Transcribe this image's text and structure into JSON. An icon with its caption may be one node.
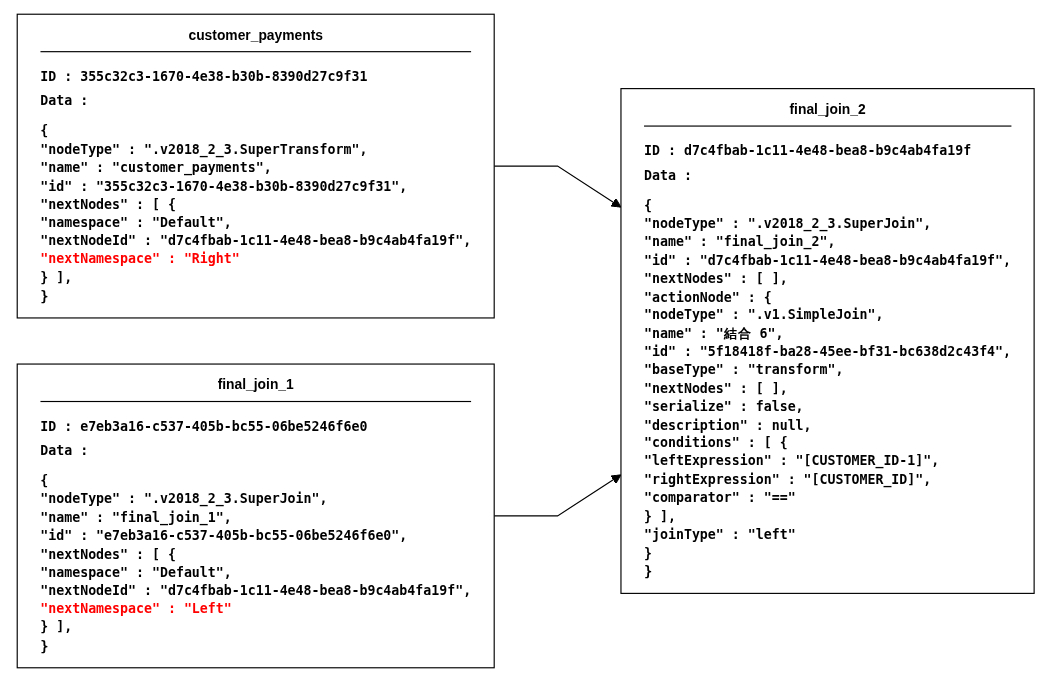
{
  "diagram": {
    "nodes": [
      {
        "text": [
          "customer_payments",
          "ID : 355c32c3-1670-4e38-b30b-8390d27c9f31",
          "Data :",
          "{",
          "\"nodeType\" : \".v2018_2_3.SuperTransform\",",
          "\"name\" : \"customer_payments\",",
          "\"id\" : \"355c32c3-1670-4e38-b30b-8390d27c9f31\",",
          "\"nextNodes\" : [ {",
          "\"namespace\" : \"Default\",",
          "\"nextNodeId\" : \"d7c4fbab-1c11-4e48-bea8-b9c4ab4fa19f\",",
          "\"nextNamespace\" : \"Right\"",
          "} ],",
          "}"
        ]
      },
      {
        "text": [
          "final_join_1",
          "ID : e7eb3a16-c537-405b-bc55-06be5246f6e0",
          "Data :",
          "{",
          "\"nodeType\" : \".v2018_2_3.SuperJoin\",",
          "\"name\" : \"final_join_1\",",
          "\"id\" : \"e7eb3a16-c537-405b-bc55-06be5246f6e0\",",
          "\"nextNodes\" : [ {",
          "\"namespace\" : \"Default\",",
          "\"nextNodeId\" : \"d7c4fbab-1c11-4e48-bea8-b9c4ab4fa19f\",",
          "\"nextNamespace\" : \"Left\"",
          "} ],",
          "}"
        ]
      },
      {
        "text": [
          "final_join_2",
          "ID : d7c4fbab-1c11-4e48-bea8-b9c4ab4fa19f",
          "Data :",
          "{",
          "\"nodeType\" : \".v2018_2_3.SuperJoin\",",
          "\"name\" : \"final_join_2\",",
          "\"id\" : \"d7c4fbab-1c11-4e48-bea8-b9c4ab4fa19f\",",
          "\"nextNodes\" : [ ],",
          "\"actionNode\" : {",
          "\"nodeType\" : \".v1.SimpleJoin\",",
          "\"name\" : \"結合 6\",",
          "\"id\" : \"5f18418f-ba28-45ee-bf31-bc638d2c43f4\",",
          "\"baseType\" : \"transform\",",
          "\"nextNodes\" : [ ],",
          "\"serialize\" : false,",
          "\"description\" : null,",
          "\"conditions\" : [ {",
          "\"leftExpression\" : \"[CUSTOMER_ID-1]\",",
          "\"rightExpression\" : \"[CUSTOMER_ID]\",",
          "\"comparator\" : \"==\"",
          "} ],",
          "\"joinType\" : \"left\"",
          "}",
          "}"
        ]
      }
    ],
    "edges": [
      {
        "from": 0,
        "to": 2,
        "arrow": "to"
      },
      {
        "from": 1,
        "to": 2,
        "arrow": "to"
      }
    ]
  }
}
